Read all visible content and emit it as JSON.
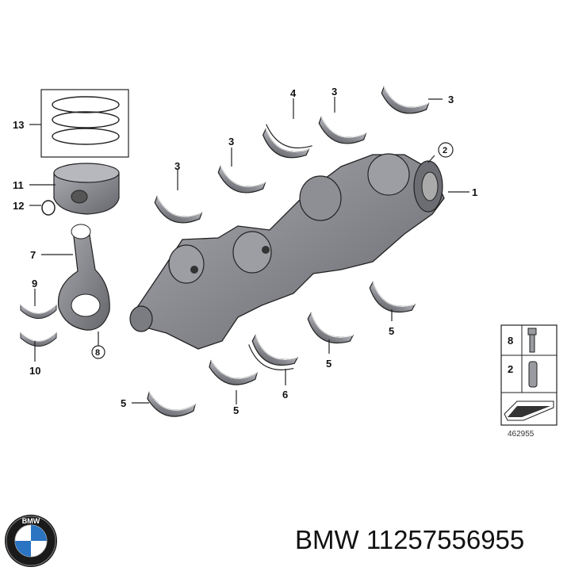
{
  "diagram": {
    "callouts": {
      "c1": "1",
      "c2": "2",
      "c3a": "3",
      "c3b": "3",
      "c3c": "3",
      "c3d": "3",
      "c4": "4",
      "c5a": "5",
      "c5b": "5",
      "c5c": "5",
      "c5d": "5",
      "c6": "6",
      "c7": "7",
      "c8": "8",
      "c9": "9",
      "c10": "10",
      "c11": "11",
      "c12": "12",
      "c13": "13"
    },
    "legend": {
      "item_top": "8",
      "item_bottom": "2",
      "drawing_number": "462955"
    }
  },
  "logo": {
    "brand": "BMW"
  },
  "footer": {
    "part_number": "BMW 11257556955"
  },
  "colors": {
    "part_fill": "#8f9096",
    "part_dark": "#5d5e64",
    "part_light": "#c4c5ca",
    "line": "#222222",
    "logo_blue": "#2a74c2"
  }
}
